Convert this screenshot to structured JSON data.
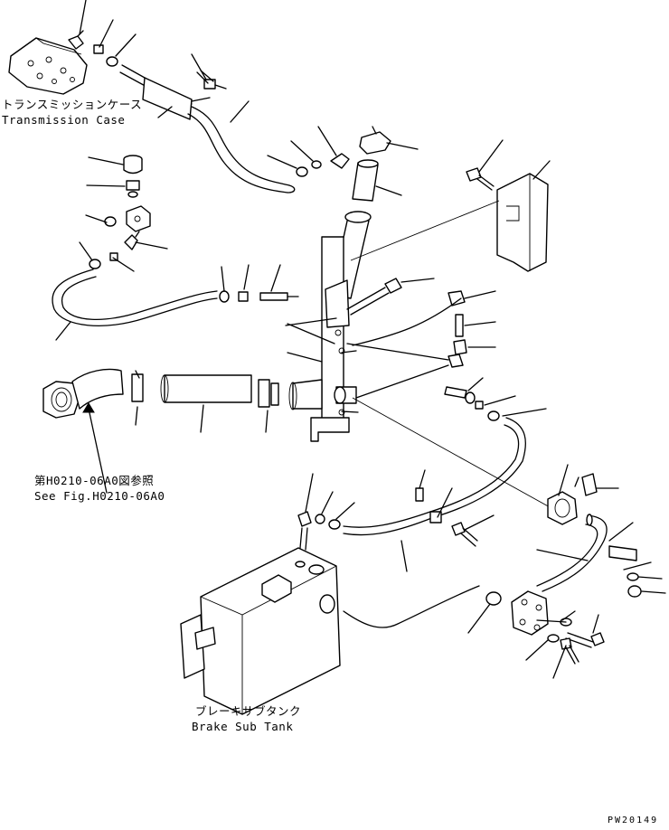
{
  "labels": {
    "transmission_case_jp": "トランスミッションケース",
    "transmission_case_en": "Transmission Case",
    "see_fig_jp": "第H0210-06A0図参照",
    "see_fig_en": "See Fig.H0210-06A0",
    "brake_sub_tank_jp": "ブレーキサブタンク",
    "brake_sub_tank_en": "Brake Sub Tank"
  },
  "drawing_code": "PW20149"
}
